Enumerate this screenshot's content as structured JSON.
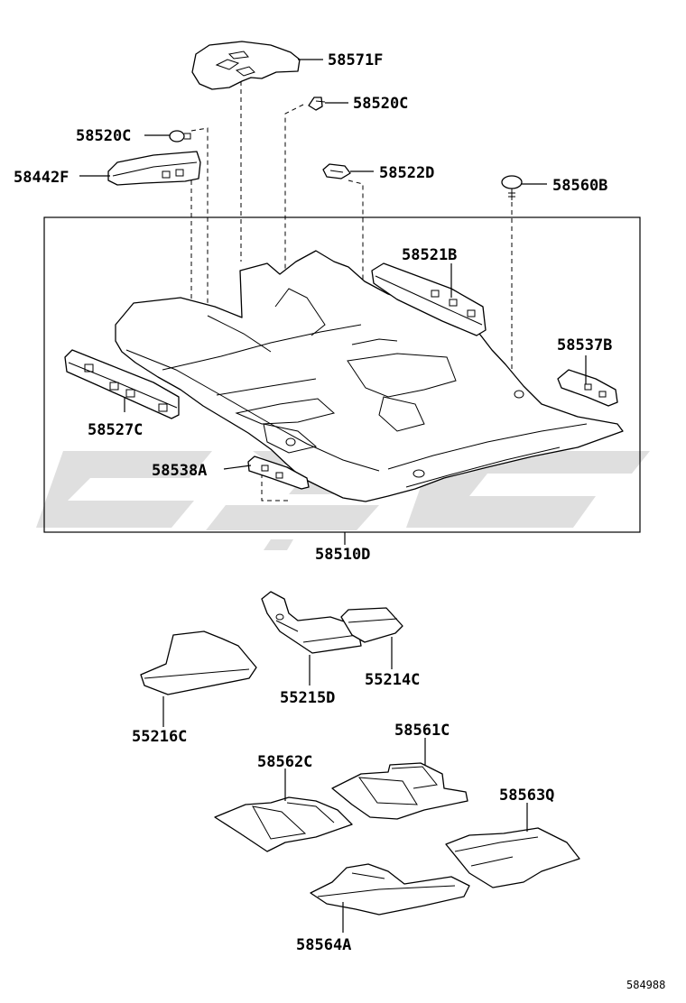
{
  "parts": {
    "p58571F": "58571F",
    "p58520C_top": "58520C",
    "p58520C_left": "58520C",
    "p58442F": "58442F",
    "p58522D": "58522D",
    "p58560B": "58560B",
    "p58521B": "58521B",
    "p58537B": "58537B",
    "p58527C": "58527C",
    "p58538A": "58538A",
    "p58510D": "58510D",
    "p55215D": "55215D",
    "p55214C": "55214C",
    "p55216C": "55216C",
    "p58561C": "58561C",
    "p58562C": "58562C",
    "p58563Q": "58563Q",
    "p58564A": "58564A"
  },
  "image_id": "584988",
  "colors": {
    "line": "#000000",
    "watermark": "#d4d4d4",
    "background": "#ffffff"
  }
}
